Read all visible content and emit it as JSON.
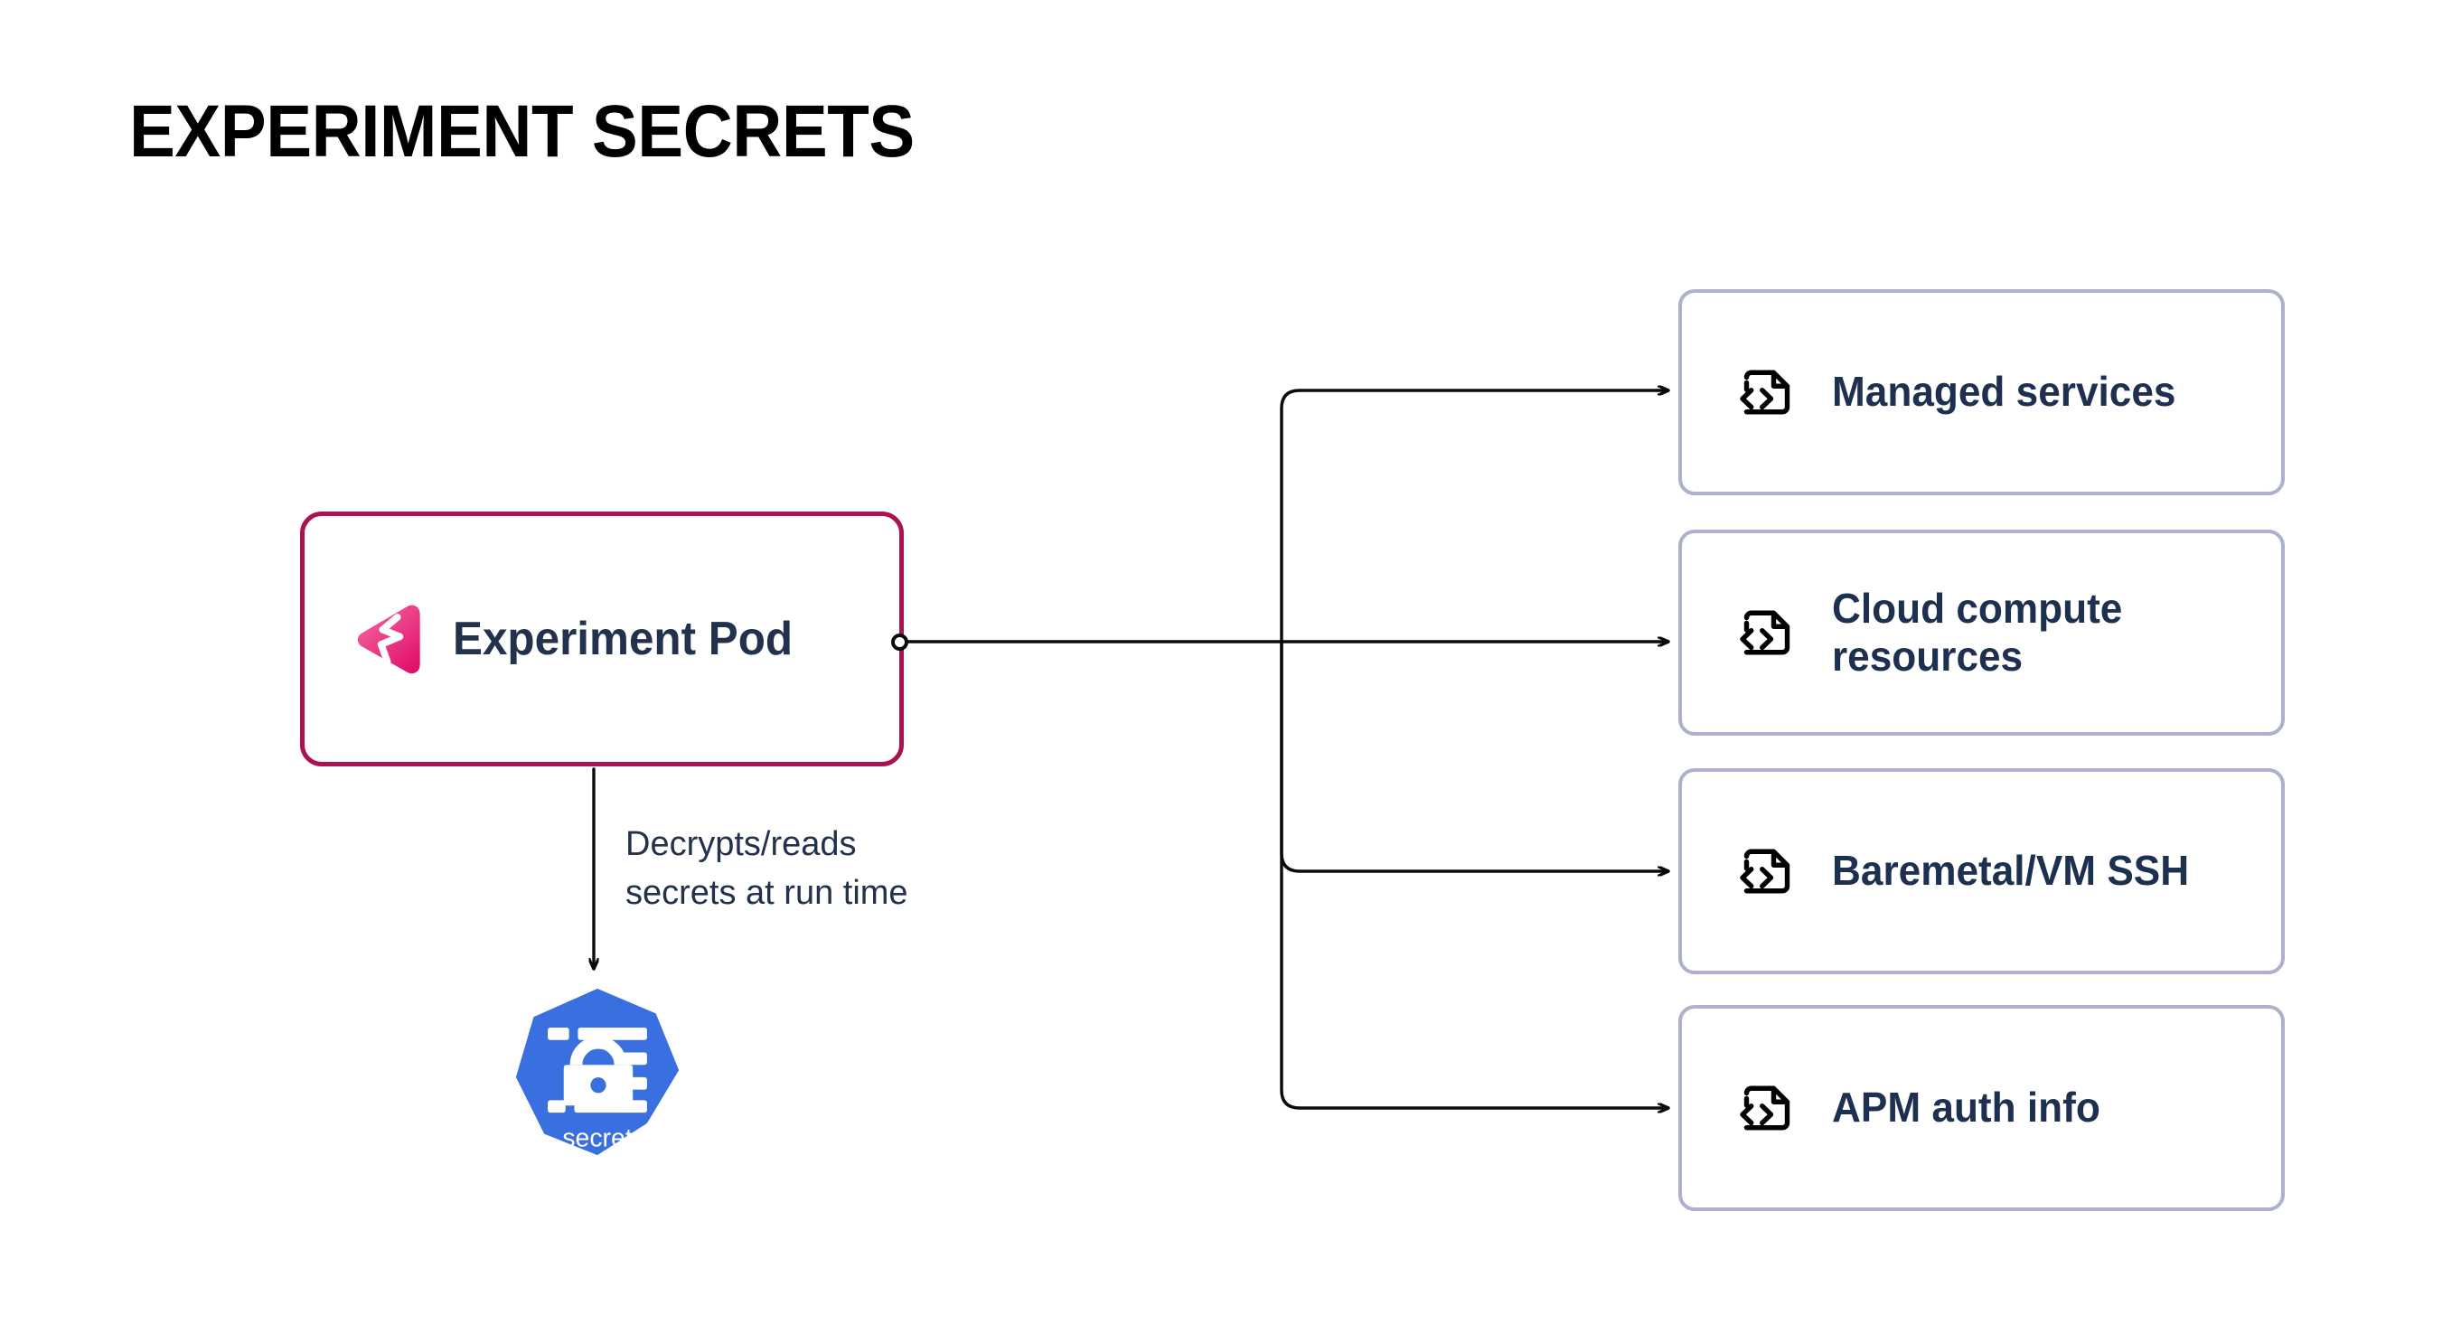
{
  "page": {
    "title": "EXPERIMENT SECRETS",
    "background_color": "#FFFFFF"
  },
  "source_node": {
    "label": "Experiment Pod",
    "border_color": "#AA1250",
    "text_color": "#22324D",
    "logo_name": "chaos-mesh-logo",
    "logo_gradient_from": "#F4609E",
    "logo_gradient_to": "#E0136B"
  },
  "annotation": {
    "text": "Decrypts/reads\nsecrets at run time",
    "text_color": "#22324D"
  },
  "secret_node": {
    "label": "secret",
    "icon_name": "kubernetes-secret-icon",
    "fill_color": "#3A6FE0",
    "label_color": "#FFFFFF"
  },
  "targets": {
    "border_color": "#AEB1CD",
    "text_color": "#1E3050",
    "icon_name": "code-file-icon",
    "items": [
      {
        "label": "Managed services"
      },
      {
        "label": "Cloud compute resources"
      },
      {
        "label": "Baremetal/VM SSH"
      },
      {
        "label": "APM auth info"
      }
    ]
  },
  "connectors": {
    "line_color": "#0A0A0A",
    "edges": [
      {
        "from": "source_node",
        "to": "targets.items.0",
        "style": "orthogonal-arrow"
      },
      {
        "from": "source_node",
        "to": "targets.items.1",
        "style": "straight-arrow"
      },
      {
        "from": "source_node",
        "to": "targets.items.2",
        "style": "orthogonal-arrow"
      },
      {
        "from": "source_node",
        "to": "targets.items.3",
        "style": "orthogonal-arrow"
      },
      {
        "from": "source_node",
        "to": "secret_node",
        "style": "vertical-arrow"
      }
    ]
  }
}
